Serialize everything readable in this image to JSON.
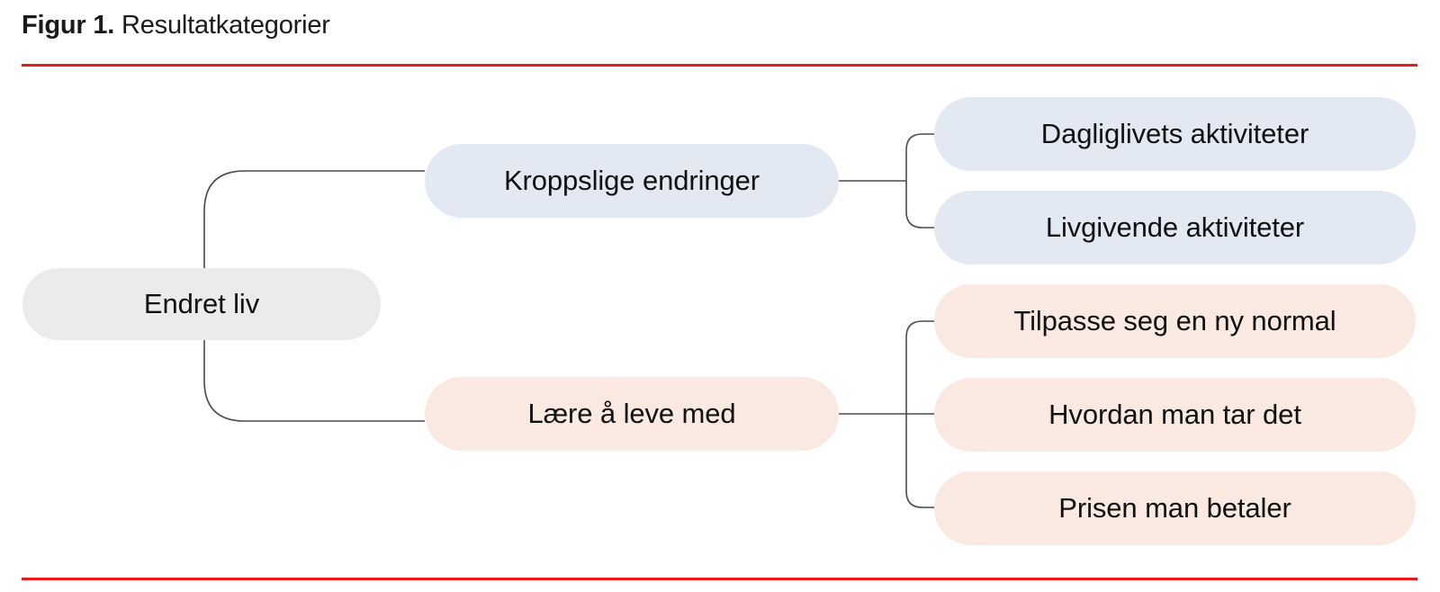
{
  "figure": {
    "label": "Figur 1.",
    "caption": " Resultatkategorier",
    "rule_color": "#e8191f"
  },
  "chart_data": {
    "type": "diagram",
    "title": "Figur 1. Resultatkategorier",
    "orientation": "left-to-right",
    "root": {
      "label": "Endret liv",
      "color": "#ebebeb"
    },
    "branches": [
      {
        "label": "Kroppslige endringer",
        "color": "#e2e9f2",
        "children": [
          {
            "label": "Dagliglivets aktiviteter",
            "color": "#e2e9f2"
          },
          {
            "label": "Livgivende aktiviteter",
            "color": "#e2e9f2"
          }
        ]
      },
      {
        "label": "Lære å leve med",
        "color": "#fae9e1",
        "children": [
          {
            "label": "Tilpasse seg en ny normal",
            "color": "#fae9e1"
          },
          {
            "label": "Hvordan man tar det",
            "color": "#fae9e1"
          },
          {
            "label": "Prisen man betaler",
            "color": "#fae9e1"
          }
        ]
      }
    ]
  }
}
